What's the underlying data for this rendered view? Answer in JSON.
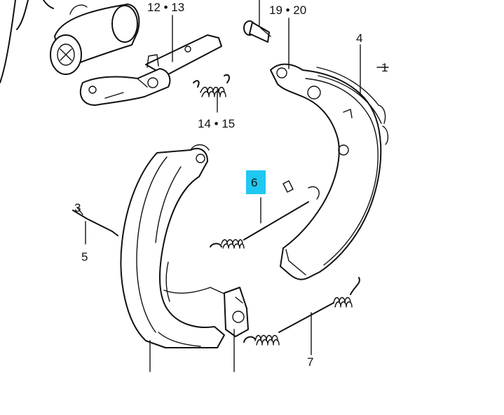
{
  "diagram": {
    "highlight_color": "#1ec8f0",
    "line_color": "#111111",
    "labels": {
      "l12_13": "12 • 13",
      "l19_20": "19 • 20",
      "l4": "4",
      "l1": "1",
      "l14_15": "14 • 15",
      "l6": "6",
      "l3": "3",
      "l5": "5",
      "l7": "7"
    }
  }
}
